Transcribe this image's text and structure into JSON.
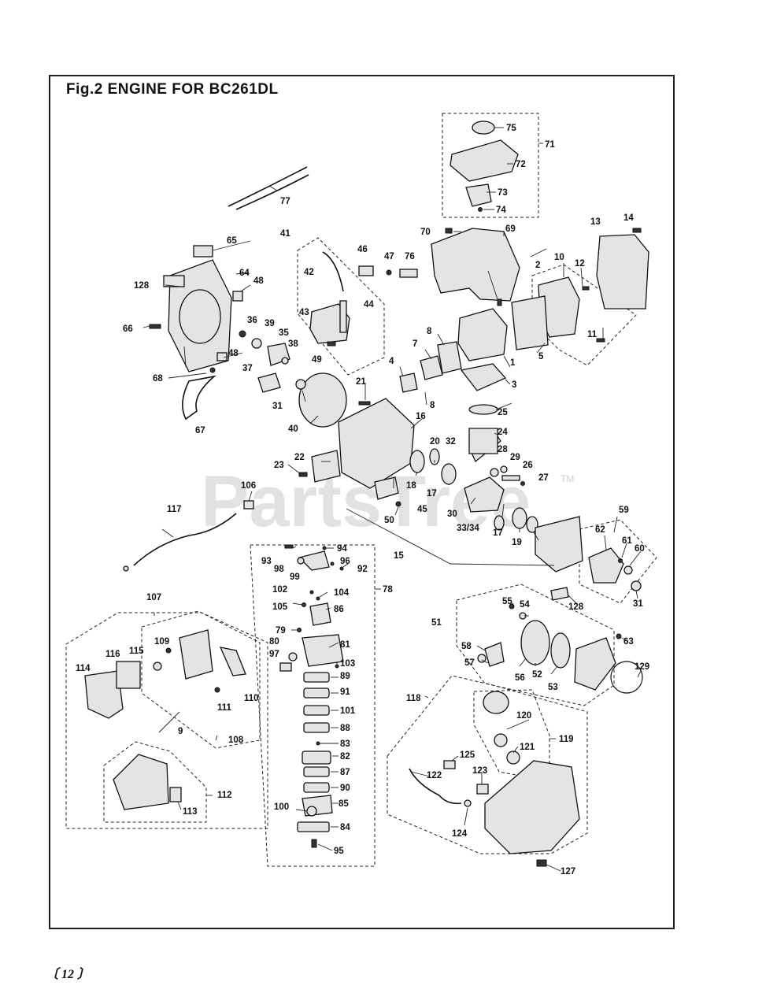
{
  "title": "Fig.2  ENGINE FOR BC261DL",
  "page_number": "〔 12 〕",
  "watermark": "PartsTree",
  "watermark_tm": "TM",
  "parts": {
    "p1": "1",
    "p2": "2",
    "p3": "3",
    "p4": "4",
    "p5": "5",
    "p7": "7",
    "p8a": "8",
    "p8b": "8",
    "p9": "9",
    "p10": "10",
    "p11": "11",
    "p12": "12",
    "p13": "13",
    "p14": "14",
    "p15": "15",
    "p16": "16",
    "p17a": "17",
    "p17b": "17",
    "p18": "18",
    "p19": "19",
    "p20": "20",
    "p21": "21",
    "p22": "22",
    "p23": "23",
    "p24": "24",
    "p25": "25",
    "p26": "26",
    "p27": "27",
    "p28": "28",
    "p29": "29",
    "p30": "30",
    "p31a": "31",
    "p31b": "31",
    "p32": "32",
    "p3334": "33/34",
    "p35": "35",
    "p36": "36",
    "p37": "37",
    "p38": "38",
    "p39": "39",
    "p40": "40",
    "p41": "41",
    "p42": "42",
    "p43": "43",
    "p44": "44",
    "p45": "45",
    "p46": "46",
    "p47": "47",
    "p48a": "48",
    "p48b": "48",
    "p49": "49",
    "p50": "50",
    "p51": "51",
    "p52": "52",
    "p53": "53",
    "p54": "54",
    "p55": "55",
    "p56": "56",
    "p57": "57",
    "p58": "58",
    "p59": "59",
    "p60": "60",
    "p61": "61",
    "p62": "62",
    "p63": "63",
    "p64": "64",
    "p65": "65",
    "p66": "66",
    "p67": "67",
    "p68": "68",
    "p69": "69",
    "p70": "70",
    "p71": "71",
    "p72": "72",
    "p73": "73",
    "p74": "74",
    "p75": "75",
    "p76": "76",
    "p77": "77",
    "p78": "78",
    "p79": "79",
    "p80": "80",
    "p81": "81",
    "p82": "82",
    "p83": "83",
    "p84": "84",
    "p85": "85",
    "p86": "86",
    "p87": "87",
    "p88": "88",
    "p89": "89",
    "p90": "90",
    "p91": "91",
    "p92": "92",
    "p93": "93",
    "p94": "94",
    "p95": "95",
    "p96": "96",
    "p97": "97",
    "p98": "98",
    "p99": "99",
    "p100": "100",
    "p101": "101",
    "p102": "102",
    "p103": "103",
    "p104": "104",
    "p105": "105",
    "p106": "106",
    "p107": "107",
    "p108": "108",
    "p109": "109",
    "p110": "110",
    "p111": "111",
    "p112": "112",
    "p113": "113",
    "p114": "114",
    "p115": "115",
    "p116": "116",
    "p117": "117",
    "p118": "118",
    "p119": "119",
    "p120": "120",
    "p121": "121",
    "p122": "122",
    "p123": "123",
    "p124": "124",
    "p125": "125",
    "p127": "127",
    "p128a": "128",
    "p128b": "128",
    "p129": "129"
  }
}
